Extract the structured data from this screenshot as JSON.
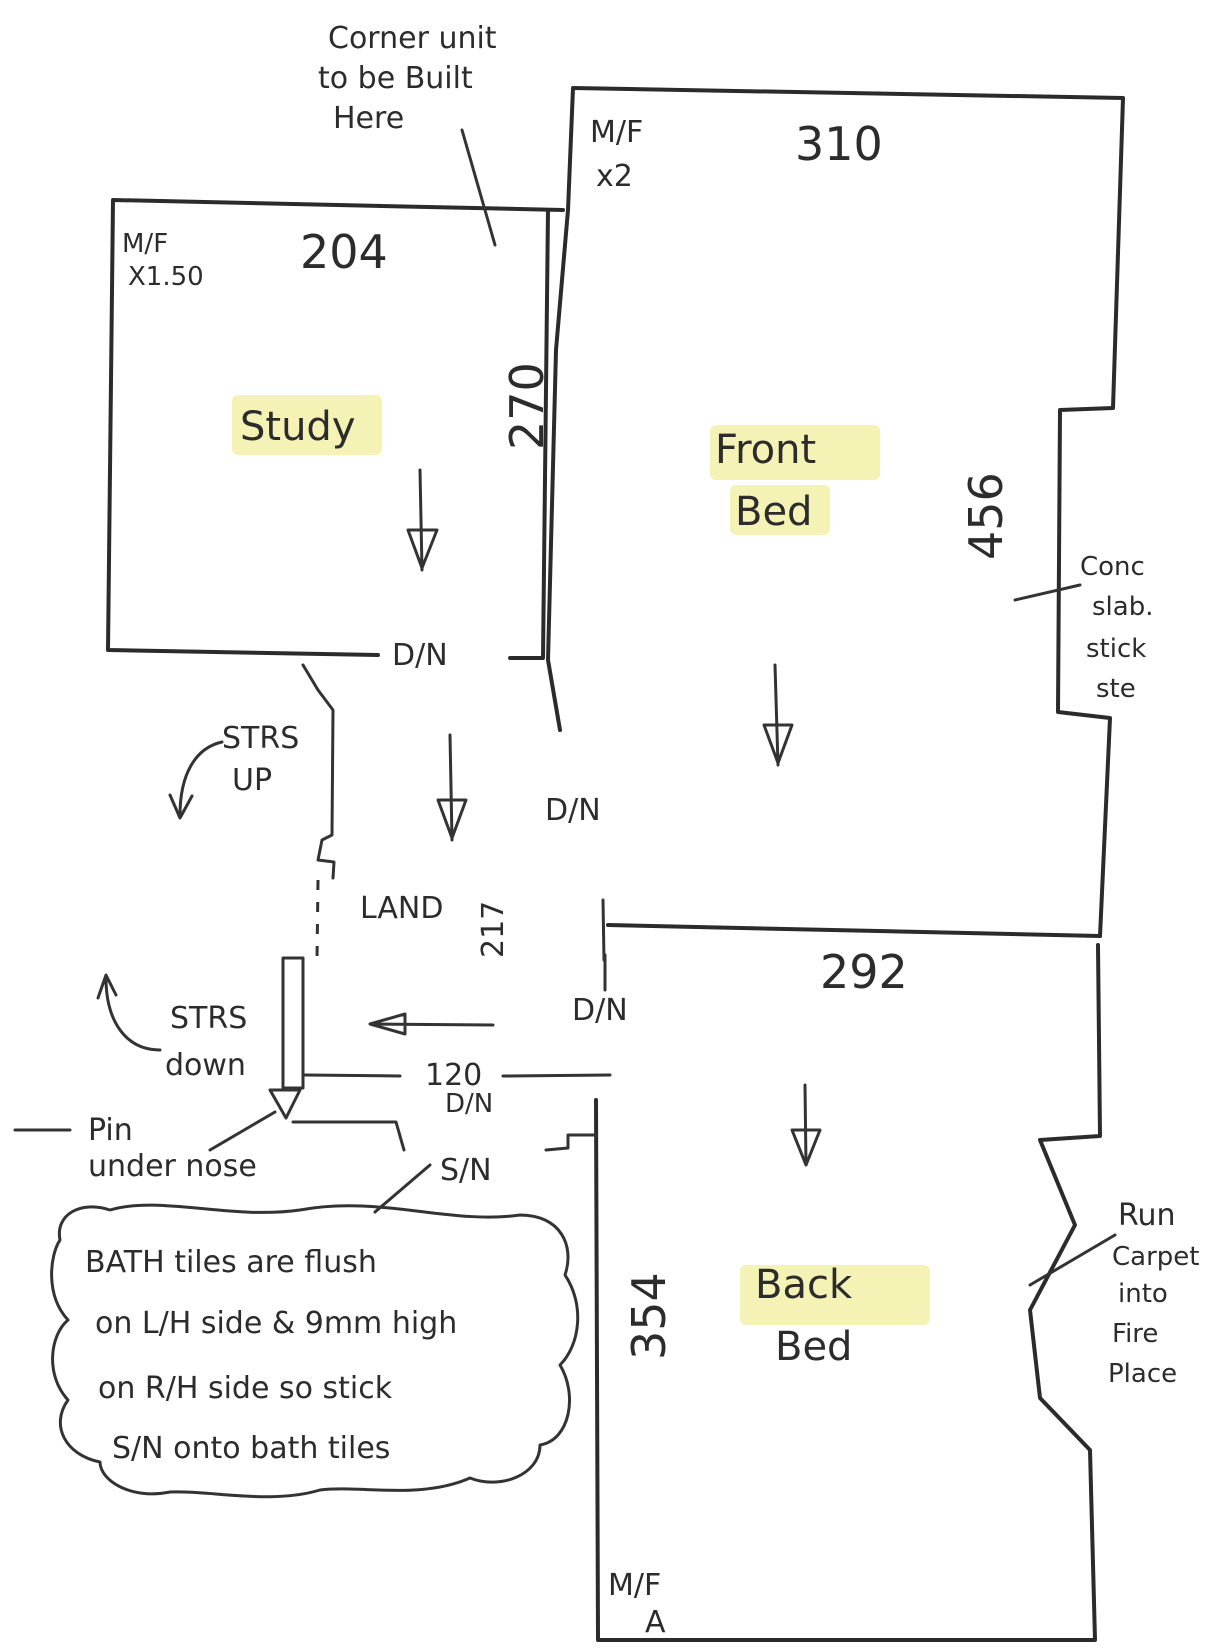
{
  "notes": {
    "corner_unit": [
      "Corner unit",
      "to be Built",
      "Here"
    ],
    "front_mf": [
      "M/F",
      "x2"
    ],
    "study_mf": [
      "M/F",
      "X1.50"
    ],
    "conc_slab": [
      "Conc",
      "slab.",
      "stick",
      "ste"
    ],
    "strs_up": [
      "STRS",
      "UP"
    ],
    "strs_down": [
      "STRS",
      "down"
    ],
    "pin_under_nose": [
      "Pin",
      "under nose"
    ],
    "run_carpet": [
      "Run",
      "Carpet",
      "into",
      "Fire",
      "Place"
    ],
    "back_mf": [
      "M/F",
      "A"
    ],
    "bath_note": [
      "BATH tiles are flush",
      "on L/H side & 9mm high",
      "on R/H side so stick",
      "S/N onto bath tiles"
    ]
  },
  "rooms": {
    "study": {
      "label": "Study",
      "width": "204",
      "depth": "270"
    },
    "front_bed": {
      "label_line1": "Front",
      "label_line2": "Bed",
      "width": "310",
      "depth": "456"
    },
    "landing": {
      "label": "LAND",
      "depth": "217"
    },
    "back_bed": {
      "label_line1": "Back",
      "label_line2": "Bed",
      "width": "292",
      "depth": "354"
    }
  },
  "doorways": {
    "study_door": "D/N",
    "front_door": "D/N",
    "back_door": "D/N",
    "bath_width": "120",
    "bath_door": "D/N",
    "bath_sn": "S/N"
  },
  "colors": {
    "highlight": "#f3f0a8",
    "ink": "#2c2c2c"
  }
}
